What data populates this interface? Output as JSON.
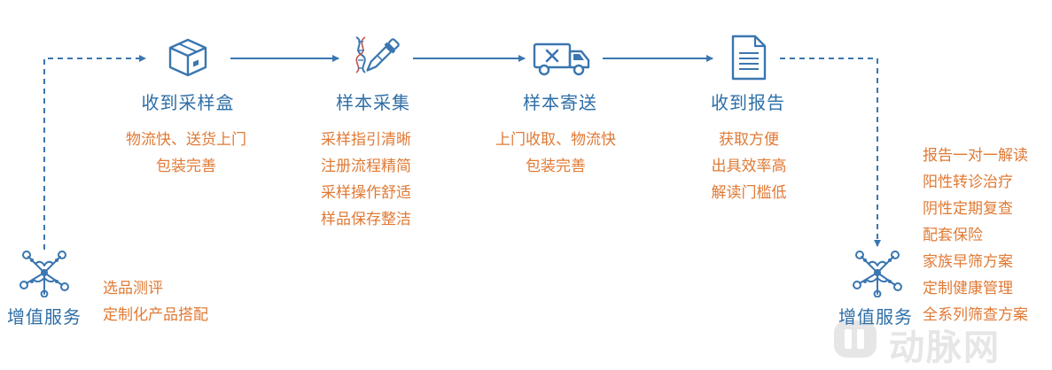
{
  "colors": {
    "title": "#2e6ea6",
    "text": "#e07a35",
    "line": "#3a76b0",
    "watermark": "#e6e6e6"
  },
  "steps": [
    {
      "title": "收到采样盒",
      "icon": "box-icon",
      "details": [
        "物流快、送货上门",
        "包装完善"
      ]
    },
    {
      "title": "样本采集",
      "icon": "dna-pipette-icon",
      "details": [
        "采样指引清晰",
        "注册流程精简",
        "采样操作舒适",
        "样品保存整洁"
      ]
    },
    {
      "title": "样本寄送",
      "icon": "delivery-truck-icon",
      "details": [
        "上门收取、物流快",
        "包装完善"
      ]
    },
    {
      "title": "收到报告",
      "icon": "report-document-icon",
      "details": [
        "获取方便",
        "出具效率高",
        "解读门槛低"
      ]
    }
  ],
  "left_service": {
    "title": "增值服务",
    "icon": "team-hands-icon",
    "details": [
      "选品测评",
      "定制化产品搭配"
    ]
  },
  "right_service": {
    "title": "增值服务",
    "icon": "team-hands-icon",
    "details": [
      "报告一对一解读",
      "阳性转诊治疗",
      "阴性定期复查",
      "配套保险",
      "家族早筛方案",
      "定制健康管理",
      "全系列筛查方案"
    ]
  },
  "watermark": {
    "text": "动脉网"
  }
}
